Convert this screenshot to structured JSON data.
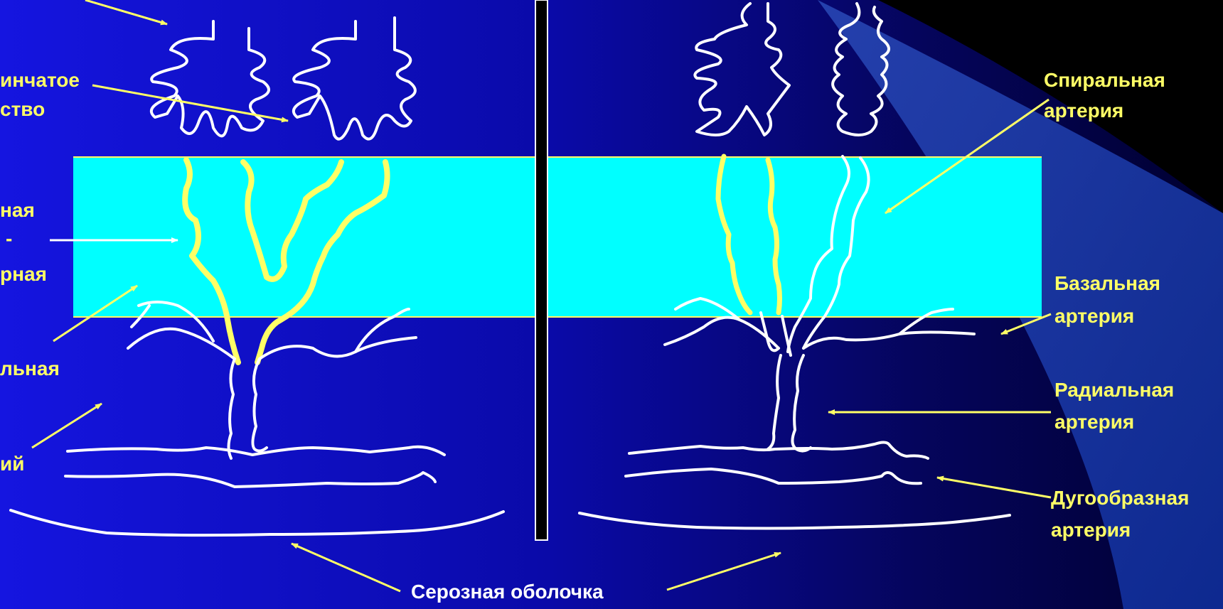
{
  "colors": {
    "background_start": "#1515e0",
    "background_end": "#000030",
    "band": "#00ffff",
    "label": "#ffff66",
    "vessel_white": "#ffffff",
    "vessel_yellow": "#ffff66",
    "divider": "#000000"
  },
  "left_labels": {
    "l1": "инчатое",
    "l2": "ство",
    "l3": "ная",
    "l4": "-",
    "l5": "рная",
    "l6": "льная",
    "l7": "ий"
  },
  "right_labels": {
    "spiral_1": "Спиральная",
    "spiral_2": "артерия",
    "basal_1": "Базальная",
    "basal_2": "артерия",
    "radial_1": "Радиальная",
    "radial_2": "артерия",
    "arcuate_1": "Дугообразная",
    "arcuate_2": "артерия"
  },
  "bottom_label": "Серозная оболочка"
}
